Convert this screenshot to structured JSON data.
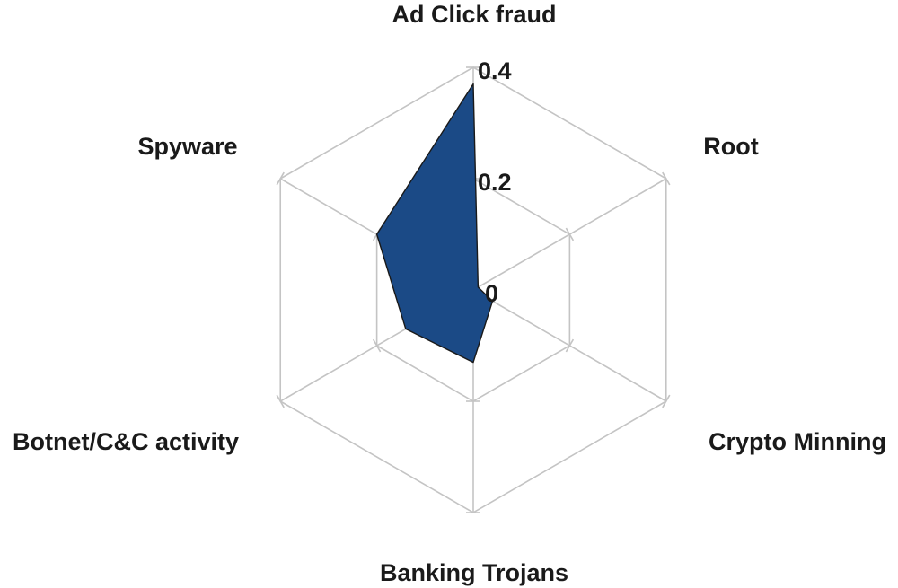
{
  "chart_data": {
    "type": "radar",
    "categories": [
      "Ad Click fraud",
      "Root",
      "Crypto Minning",
      "Banking Trojans",
      "Botnet/C&C activity",
      "Spyware"
    ],
    "values": [
      0.37,
      0.01,
      0.04,
      0.13,
      0.14,
      0.2
    ],
    "range": [
      0,
      0.4
    ],
    "tick_labels": [
      "0",
      "0.2",
      "0.4"
    ],
    "grid": true,
    "fill_color": "#1b4a86",
    "grid_color": "#c4c4c4"
  }
}
